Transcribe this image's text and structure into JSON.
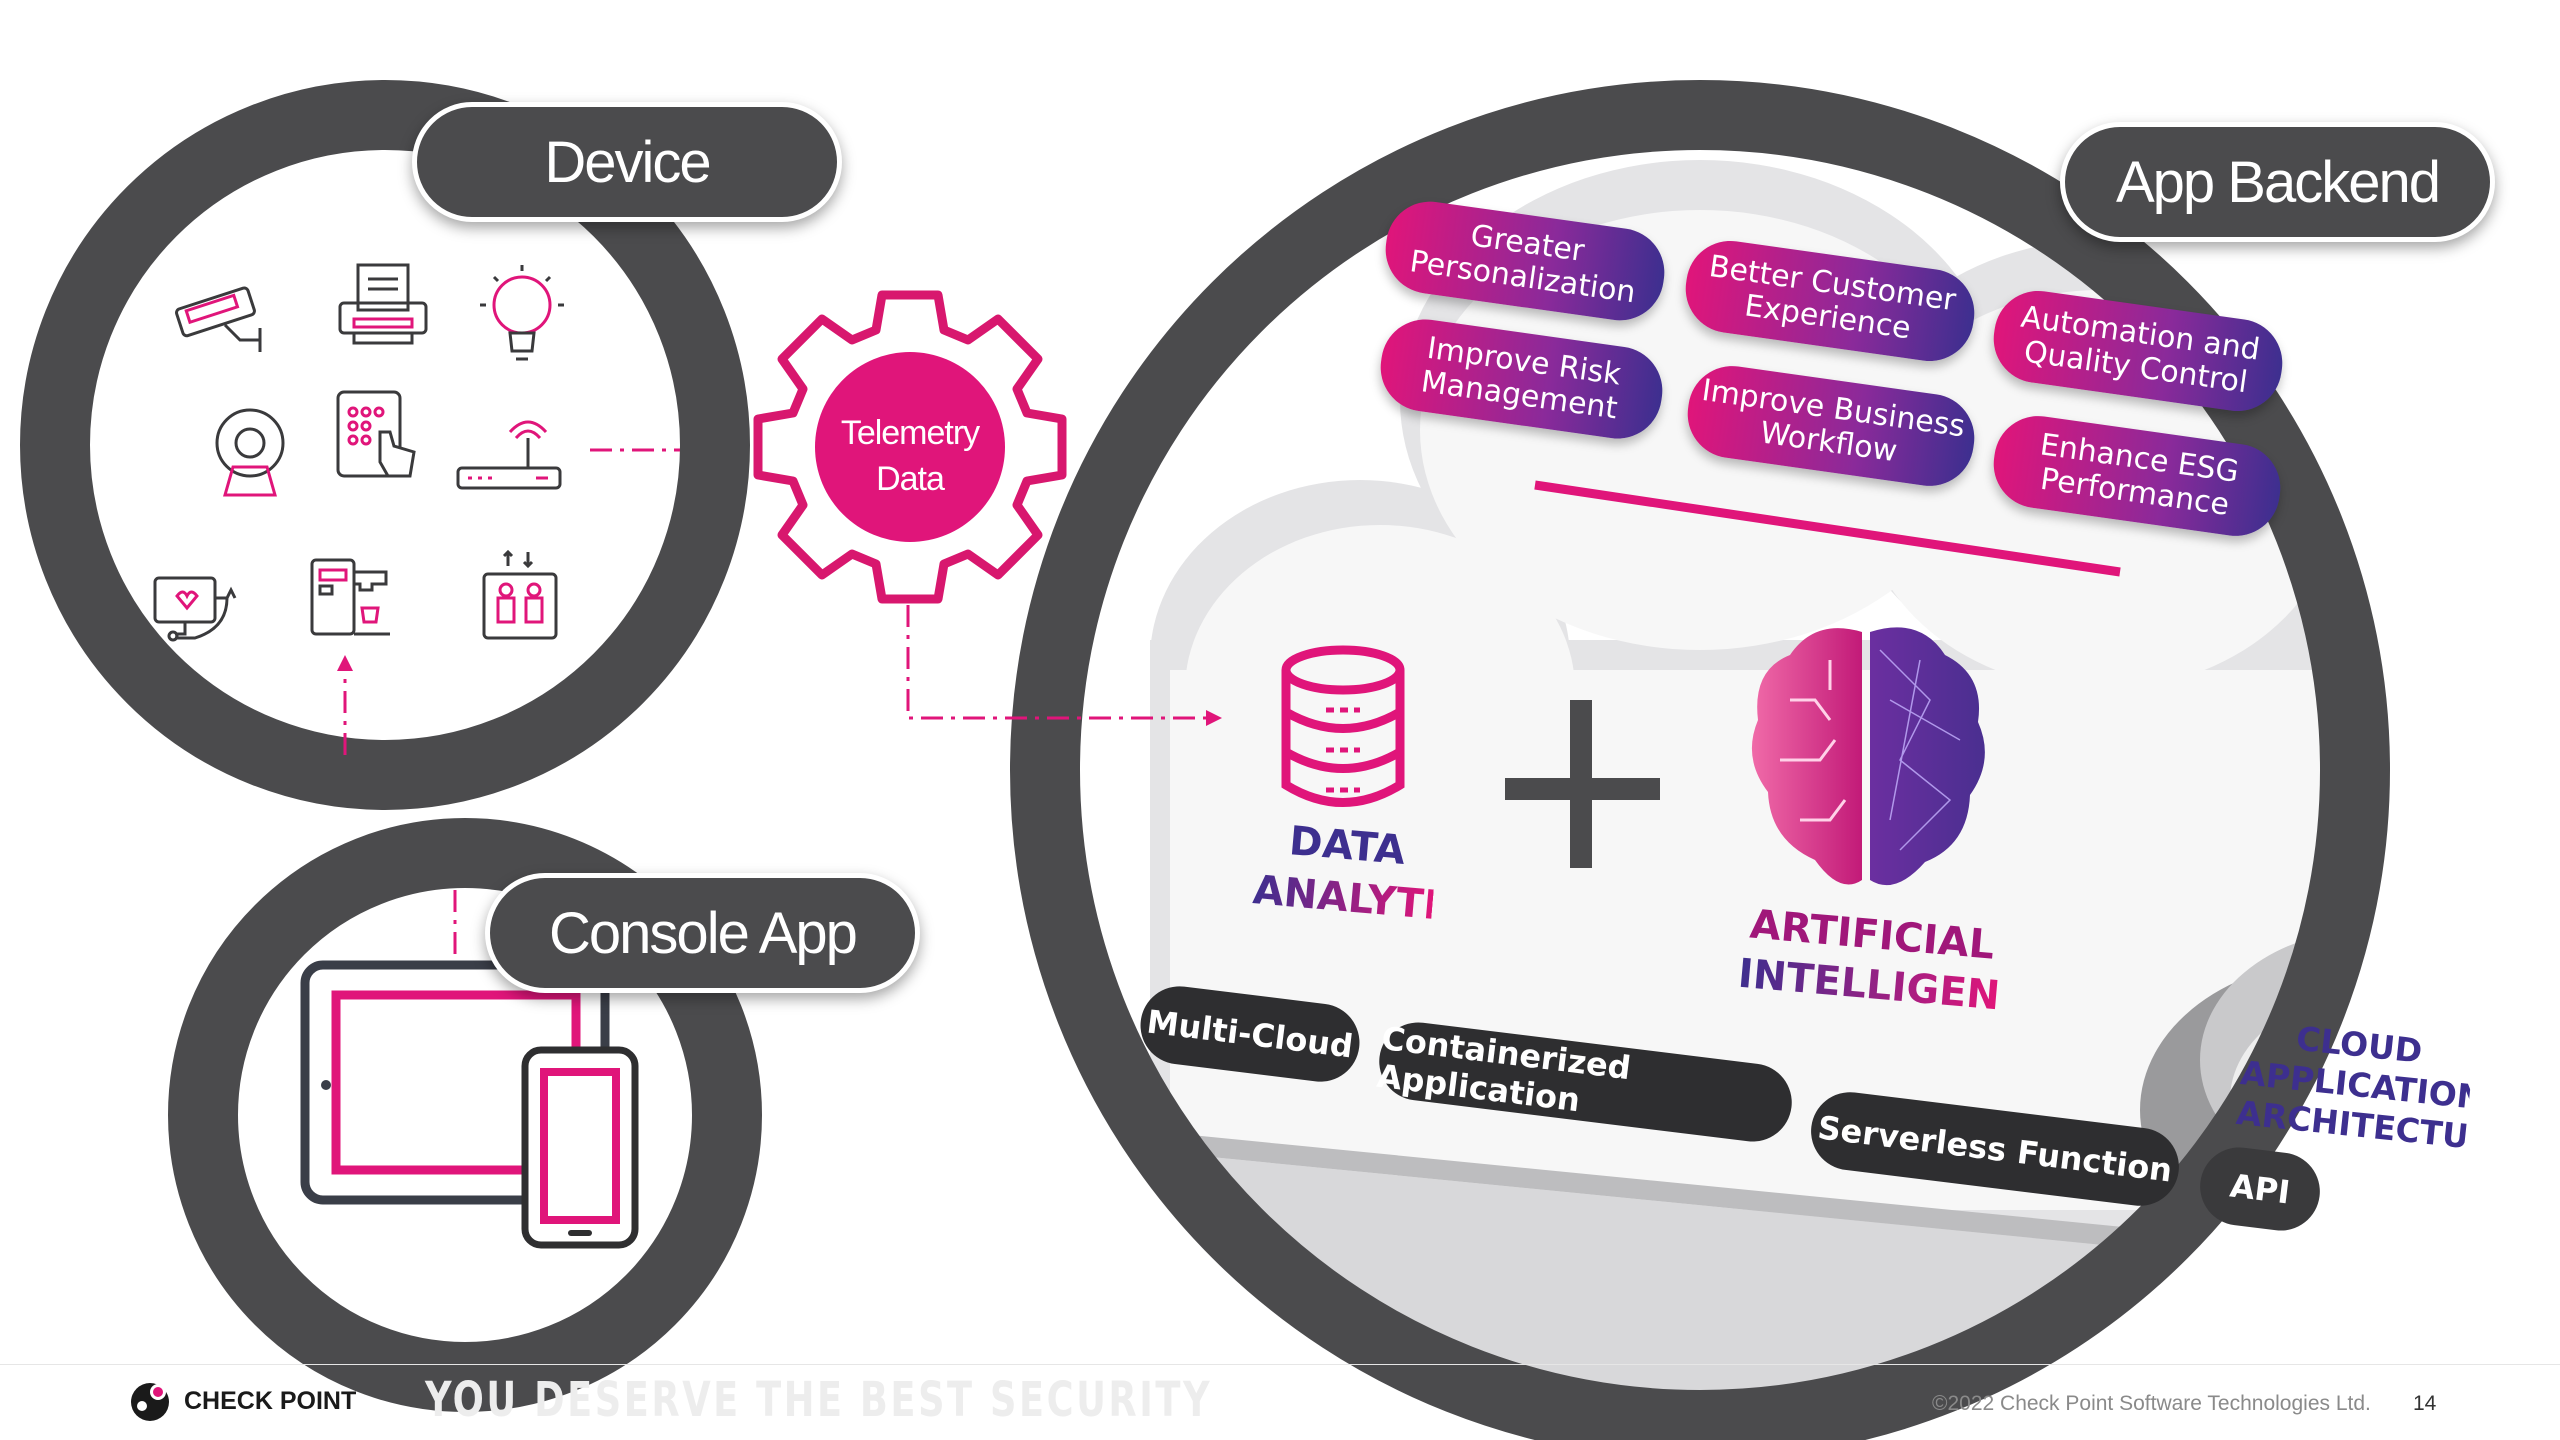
{
  "sections": {
    "device": "Device",
    "console_app": "Console App",
    "app_backend": "App Backend"
  },
  "telemetry": {
    "line1": "Telemetry",
    "line2": "Data"
  },
  "benefits": [
    {
      "line1": "Greater",
      "line2": "Personalization"
    },
    {
      "line1": "Better Customer",
      "line2": "Experience"
    },
    {
      "line1": "Automation and",
      "line2": "Quality Control"
    },
    {
      "line1": "Improve Risk",
      "line2": "Management"
    },
    {
      "line1": "Improve Business",
      "line2": "Workflow"
    },
    {
      "line1": "Enhance ESG",
      "line2": "Performance"
    }
  ],
  "data_analytic": {
    "line1": "DATA",
    "line2": "ANALYTIC"
  },
  "ai": {
    "line1": "ARTIFICIAL",
    "line2": "INTELLIGENCE"
  },
  "cloud_arch": {
    "line1": "CLOUD",
    "line2": "APPLICATION",
    "line3": "ARCHITECTURE"
  },
  "tech_pills": [
    "Multi-Cloud",
    "Containerized Application",
    "Serverless Function",
    "API"
  ],
  "device_icons": [
    "security-camera-icon",
    "printer-icon",
    "light-bulb-icon",
    "mri-scanner-icon",
    "tablet-touch-icon",
    "router-icon",
    "heart-monitor-icon",
    "coffee-machine-icon",
    "elevator-icon"
  ],
  "footer": {
    "brand": "CHECK POINT",
    "tagline": "YOU DESERVE THE BEST SECURITY",
    "copyright": "©2022 Check Point Software Technologies Ltd.",
    "page_number": "14"
  },
  "colors": {
    "magenta": "#e0157a",
    "dark_gray": "#4b4b4d",
    "purple": "#3d2f8f"
  }
}
